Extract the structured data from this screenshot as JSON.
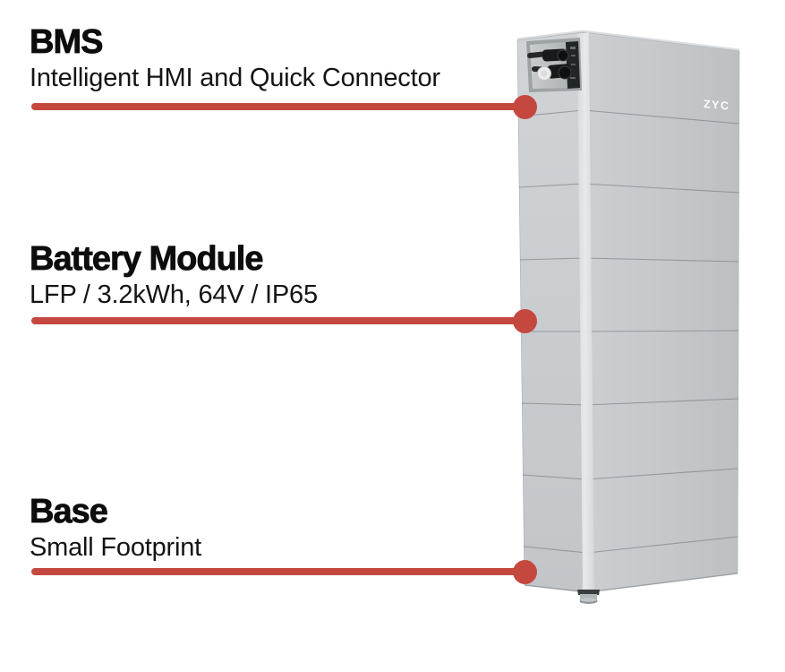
{
  "page": {
    "type": "product-feature-infographic",
    "background": "#ffffff"
  },
  "callouts": [
    {
      "id": "bms",
      "title": "BMS",
      "subtitle": "Intelligent HMI and Quick Connector",
      "points_to": "top connector recess of battery tower"
    },
    {
      "id": "battery-module",
      "title": "Battery Module",
      "subtitle": "LFP / 3.2kWh, 64V / IP65",
      "points_to": "middle stacked module of battery tower"
    },
    {
      "id": "base",
      "title": "Base",
      "subtitle": "Small Footprint",
      "points_to": "base section of battery tower"
    }
  ],
  "product": {
    "kind": "stacked battery energy storage tower",
    "brand_logo": "ZYC",
    "visible_module_seams": 7,
    "features_visible": [
      "connector recess with cables",
      "white round knob",
      "leveling foot"
    ]
  },
  "colors": {
    "page_bg": "#ffffff",
    "accent_red": "#c5483f",
    "text_color": "#0d0d0d",
    "body_light": "#cdd1d4",
    "body_mid": "#c6cacd",
    "body_dark": "#bdc1c4",
    "edge_highlight": "#e5e8ea",
    "panel_dark": "#232629",
    "seam_line": "#6a7075"
  }
}
